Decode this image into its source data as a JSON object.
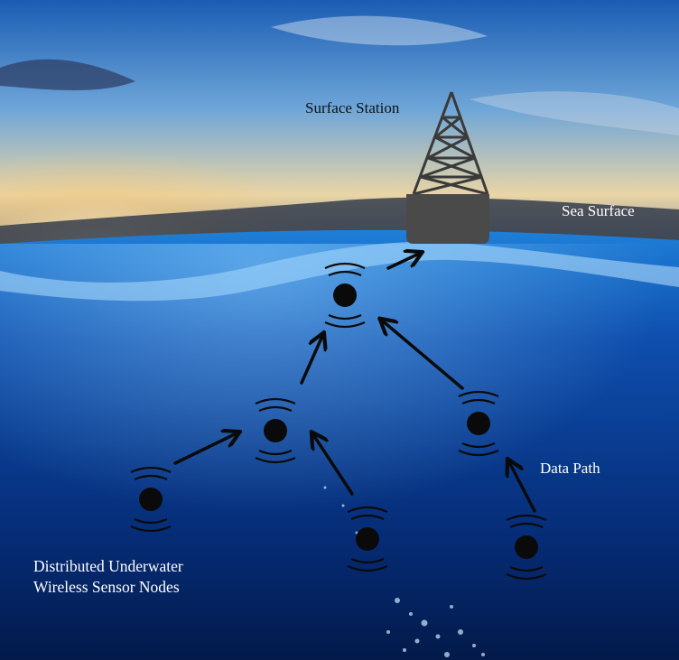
{
  "labels": {
    "surface_station": "Surface Station",
    "sea_surface": "Sea Surface",
    "data_path": "Data Path",
    "nodes_line1": "Distributed Underwater",
    "nodes_line2": "Wireless Sensor Nodes"
  },
  "colors": {
    "sky_top": "#1f5fb4",
    "sky_glow": "#f3d9a0",
    "sea_deep": "#031a4a",
    "sea_light": "#1e78d4",
    "station_body": "#4a4a4a",
    "node_fill": "#0a0a0a",
    "arrow": "#0a0a0a"
  }
}
